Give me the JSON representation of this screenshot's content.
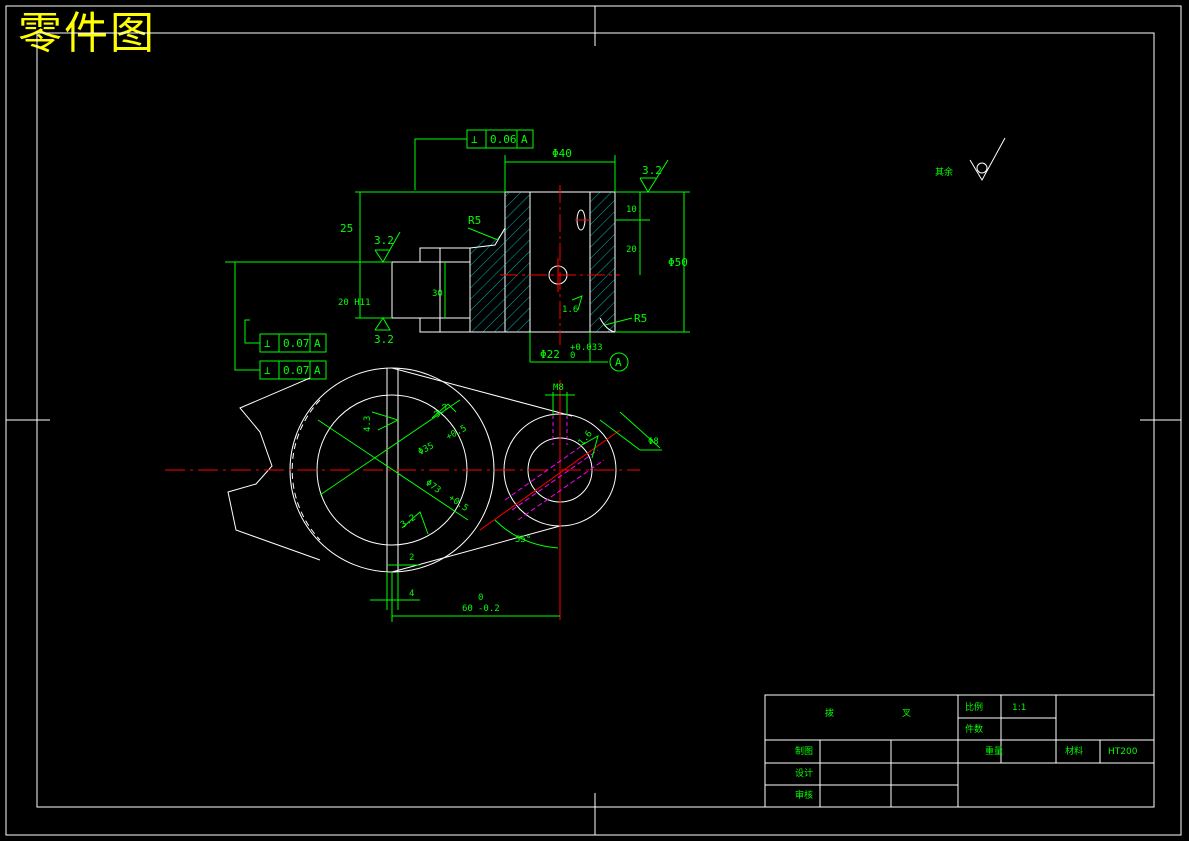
{
  "title": "零件图",
  "colors": {
    "title": "#ffff00",
    "dimension": "#00ff00",
    "outline": "#ffffff",
    "centerline": "#ff0000",
    "hidden": "#ff00ff",
    "hatch": "#00ffff"
  },
  "drawing": {
    "tolerance_frames": [
      {
        "symbol": "⊥",
        "value": "0.06",
        "datum": "A"
      },
      {
        "symbol": "⊥",
        "value": "0.07",
        "datum": "A"
      },
      {
        "symbol": "⊥",
        "value": "0.07",
        "datum": "A"
      }
    ],
    "dimensions": {
      "phi40": "Φ40",
      "r3_2_top": "3.2",
      "d10": "10",
      "d25": "25",
      "r5_top": "R5",
      "d20": "20",
      "phi50": "Φ50",
      "r3_2_left": "3.2",
      "d20h11": "20 H11",
      "d30": "30",
      "r1_6": "1.6",
      "r5_bottom": "R5",
      "r3_2_bottom": "3.2",
      "phi22": "Φ22",
      "phi22_tol": "+0.033",
      "phi22_tol_low": "0",
      "datum_a": "A",
      "m8": "M8",
      "d4_3": "4.3",
      "r3_2_mid": "3.2",
      "phi35": "Φ35",
      "phi35_tol": "+0.5",
      "phi73": "Φ73",
      "phi73_tol": "+0.5",
      "r1_6_right": "1.6",
      "phi8": "Φ8",
      "r3_2_lower": "3.2",
      "angle55": "55°",
      "d2": "2",
      "d4": "4",
      "d60": "60",
      "d60_tol": "-0.2",
      "d60_tol_up": "0",
      "other_finish": "其余"
    }
  },
  "title_block": {
    "part_name_a": "拨",
    "part_name_b": "叉",
    "scale_label": "比例",
    "scale_value": "1:1",
    "qty_label": "件数",
    "weight_label": "重量",
    "material_label": "材料",
    "material_value": "HT200",
    "drawn_label": "制图",
    "design_label": "设计",
    "review_label": "审核"
  }
}
